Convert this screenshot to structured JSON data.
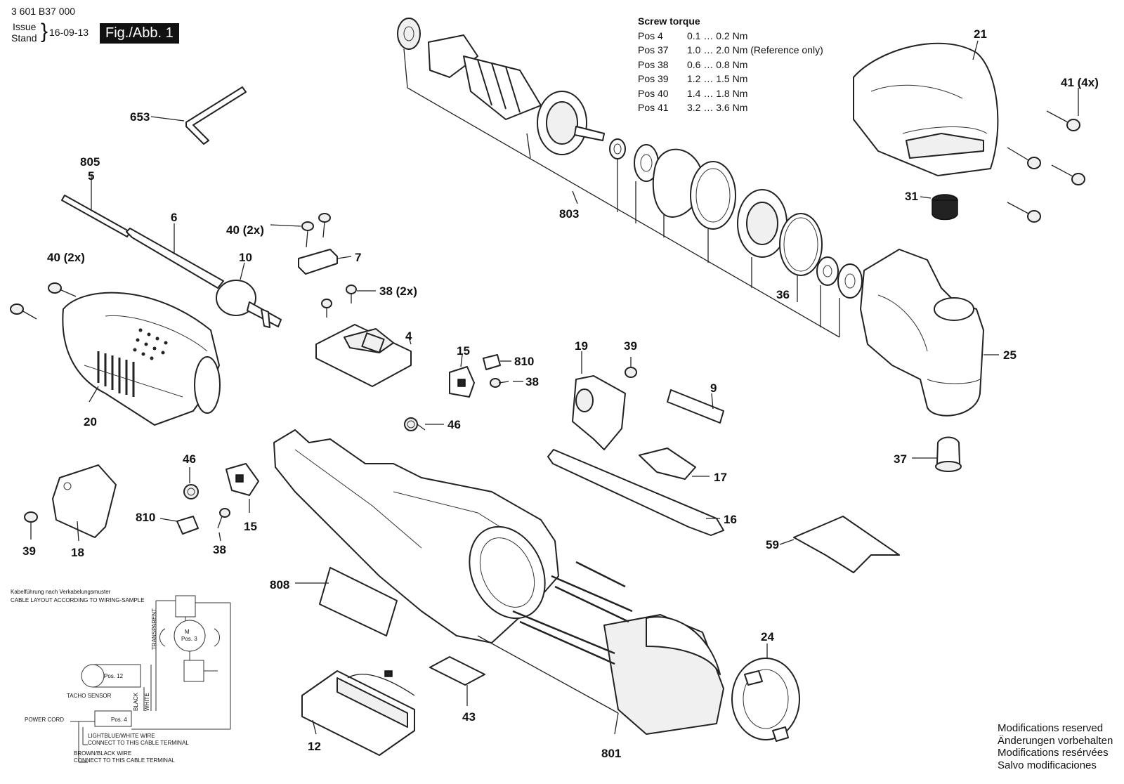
{
  "header": {
    "part_number": "3 601 B37 000",
    "issue_label": "Issue",
    "stand_label": "Stand",
    "brace": "}",
    "date": "16-09-13",
    "figure": "Fig./Abb. 1"
  },
  "torque": {
    "title": "Screw torque",
    "rows": [
      {
        "pos": "Pos 4",
        "value": "0.1 … 0.2 Nm"
      },
      {
        "pos": "Pos 37",
        "value": "1.0 … 2.0 Nm (Reference only)"
      },
      {
        "pos": "Pos 38",
        "value": "0.6 … 0.8 Nm"
      },
      {
        "pos": "Pos 39",
        "value": "1.2 … 1.5 Nm"
      },
      {
        "pos": "Pos 40",
        "value": "1.4 … 1.8 Nm"
      },
      {
        "pos": "Pos 41",
        "value": "3.2 … 3.6 Nm"
      }
    ]
  },
  "callouts": {
    "c653": "653",
    "c805": "805",
    "c5": "5",
    "c6": "6",
    "c40a": "40 (2x)",
    "c40b": "40 (2x)",
    "c7": "7",
    "c10": "10",
    "c38a": "38 (2x)",
    "c4": "4",
    "c20": "20",
    "c15a": "15",
    "c810a": "810",
    "c38b": "38",
    "c46a": "46",
    "c19": "19",
    "c39a": "39",
    "c9": "9",
    "c803": "803",
    "c36": "36",
    "c21": "21",
    "c41": "41 (4x)",
    "c31": "31",
    "c25": "25",
    "c37": "37",
    "c17": "17",
    "c16": "16",
    "c59": "59",
    "c46b": "46",
    "c810b": "810",
    "c38c": "38",
    "c15b": "15",
    "c39b": "39",
    "c18": "18",
    "c808": "808",
    "c24": "24",
    "c43": "43",
    "c12": "12",
    "c801": "801"
  },
  "wiring": {
    "title_de": "Kabelführung nach Verkabelungsmuster",
    "title_en": "CABLE LAYOUT ACCORDING TO WIRING-SAMPLE",
    "motor": "M",
    "motor_pos": "Pos. 3",
    "pos12": "Pos. 12",
    "pos4": "Pos. 4",
    "tacho": "TACHO SENSOR",
    "power": "POWER CORD",
    "transparent": "TRANSPARENT",
    "black": "BLACK",
    "white": "WHITE",
    "note1a": "LIGHTBLUE/WHITE WIRE",
    "note1b": "CONNECT TO THIS CABLE TERMINAL",
    "note2a": "BROWN/BLACK WIRE",
    "note2b": "CONNECT TO THIS CABLE TERMINAL"
  },
  "footer": {
    "lines": [
      "Modifications reserved",
      "Änderungen vorbehalten",
      "Modifications resérvées",
      "Salvo modificaciones"
    ]
  }
}
